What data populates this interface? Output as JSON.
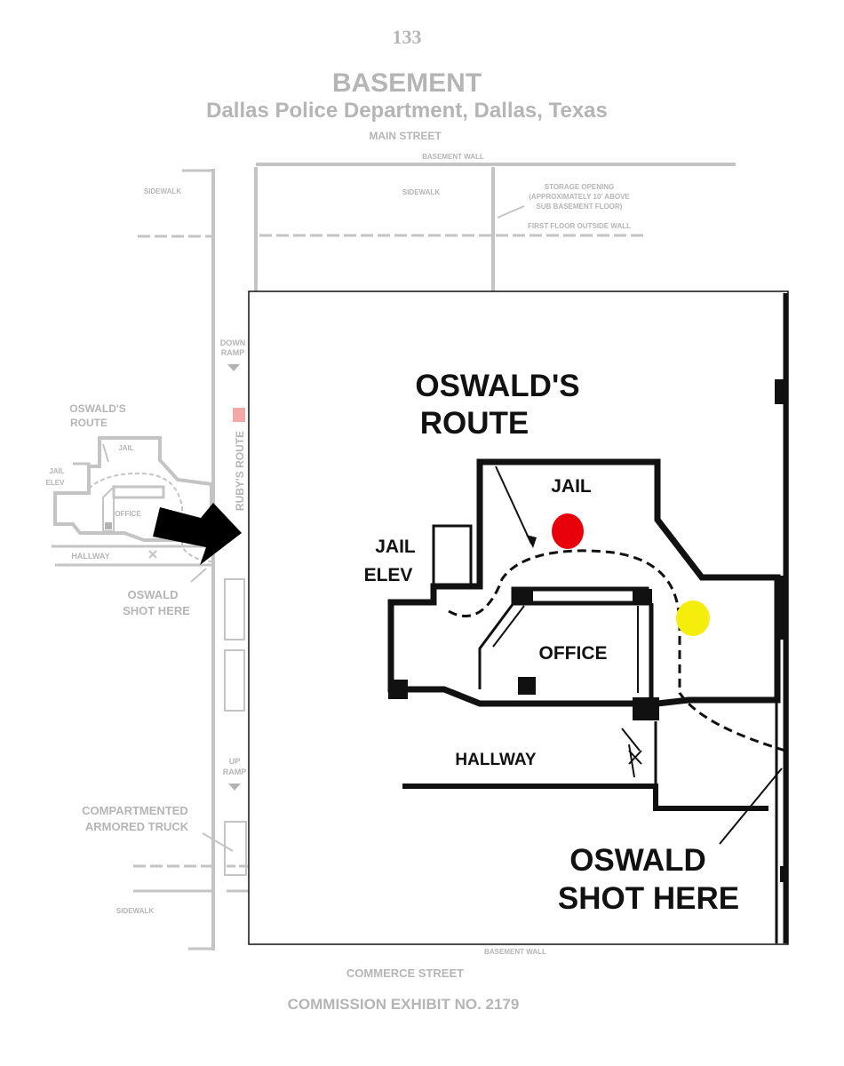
{
  "page_number": "133",
  "title": "BASEMENT",
  "subtitle": "Dallas Police Department, Dallas, Texas",
  "streets": {
    "top": "MAIN STREET",
    "bottom": "COMMERCE STREET"
  },
  "exhibit": "COMMISSION EXHIBIT NO. 2179",
  "background_labels": {
    "basement_wall_top": "BASEMENT WALL",
    "basement_wall_bottom": "BASEMENT WALL",
    "sidewalk_left": "SIDEWALK",
    "sidewalk_mid": "SIDEWALK",
    "sidewalk_bottom": "SIDEWALK",
    "storage_line1": "STORAGE OPENING",
    "storage_line2": "(APPROXIMATELY 10' ABOVE",
    "storage_line3": "SUB BASEMENT FLOOR)",
    "first_floor_wall": "FIRST FLOOR OUTSIDE WALL",
    "down_ramp_1": "DOWN",
    "down_ramp_2": "RAMP",
    "up_ramp_1": "UP",
    "up_ramp_2": "RAMP",
    "rubys_route": "RUBY'S ROUTE",
    "oswalds_route_1": "OSWALD'S",
    "oswalds_route_2": "ROUTE",
    "jail": "JAIL",
    "jail_elev_1": "JAIL",
    "jail_elev_2": "ELEV",
    "office": "OFFICE",
    "hallway": "HALLWAY",
    "shot_here_1": "OSWALD",
    "shot_here_2": "SHOT HERE",
    "truck_1": "COMPARTMENTED",
    "truck_2": "ARMORED TRUCK"
  },
  "inset_labels": {
    "oswalds_route_1": "OSWALD'S",
    "oswalds_route_2": "ROUTE",
    "jail": "JAIL",
    "jail_elev_1": "JAIL",
    "jail_elev_2": "ELEV",
    "office": "OFFICE",
    "hallway": "HALLWAY",
    "shot_here_1": "OSWALD",
    "shot_here_2": "SHOT HERE"
  },
  "markers": [
    {
      "name": "red-marker",
      "color": "#e8000b"
    },
    {
      "name": "yellow-marker",
      "color": "#f5ee0c"
    }
  ],
  "colors": {
    "faint_ink": "#b3b3b3",
    "dark_ink": "#111111",
    "arrow": "#000000",
    "ruby_marker": "#f4a9a9"
  }
}
